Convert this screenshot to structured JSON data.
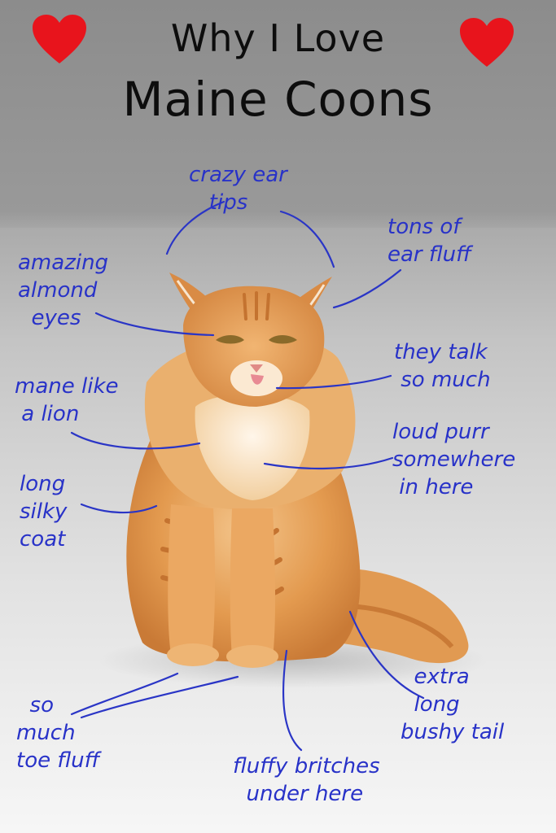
{
  "title": {
    "line1": "Why I Love",
    "line2": "Maine Coons"
  },
  "colors": {
    "heart": "#e8141c",
    "annotation": "#2832c8",
    "title": "#0d0d0d",
    "cat_fur": "#e6a055"
  },
  "icons": [
    "heart-icon",
    "heart-icon"
  ],
  "annotations": {
    "ear_tips": "crazy ear\n   tips",
    "ear_fluff": "tons of\near fluff",
    "eyes": "amazing\nalmond\n  eyes",
    "talk": "they talk\n so much",
    "mane": "mane like\n a lion",
    "purr": "loud purr\nsomewhere\n in here",
    "coat": "long\nsilky\ncoat",
    "tail": "  extra\n  long\nbushy tail",
    "toe_fluff": "  so\nmuch\ntoe fluff",
    "britches": "fluffy britches\n  under here"
  }
}
